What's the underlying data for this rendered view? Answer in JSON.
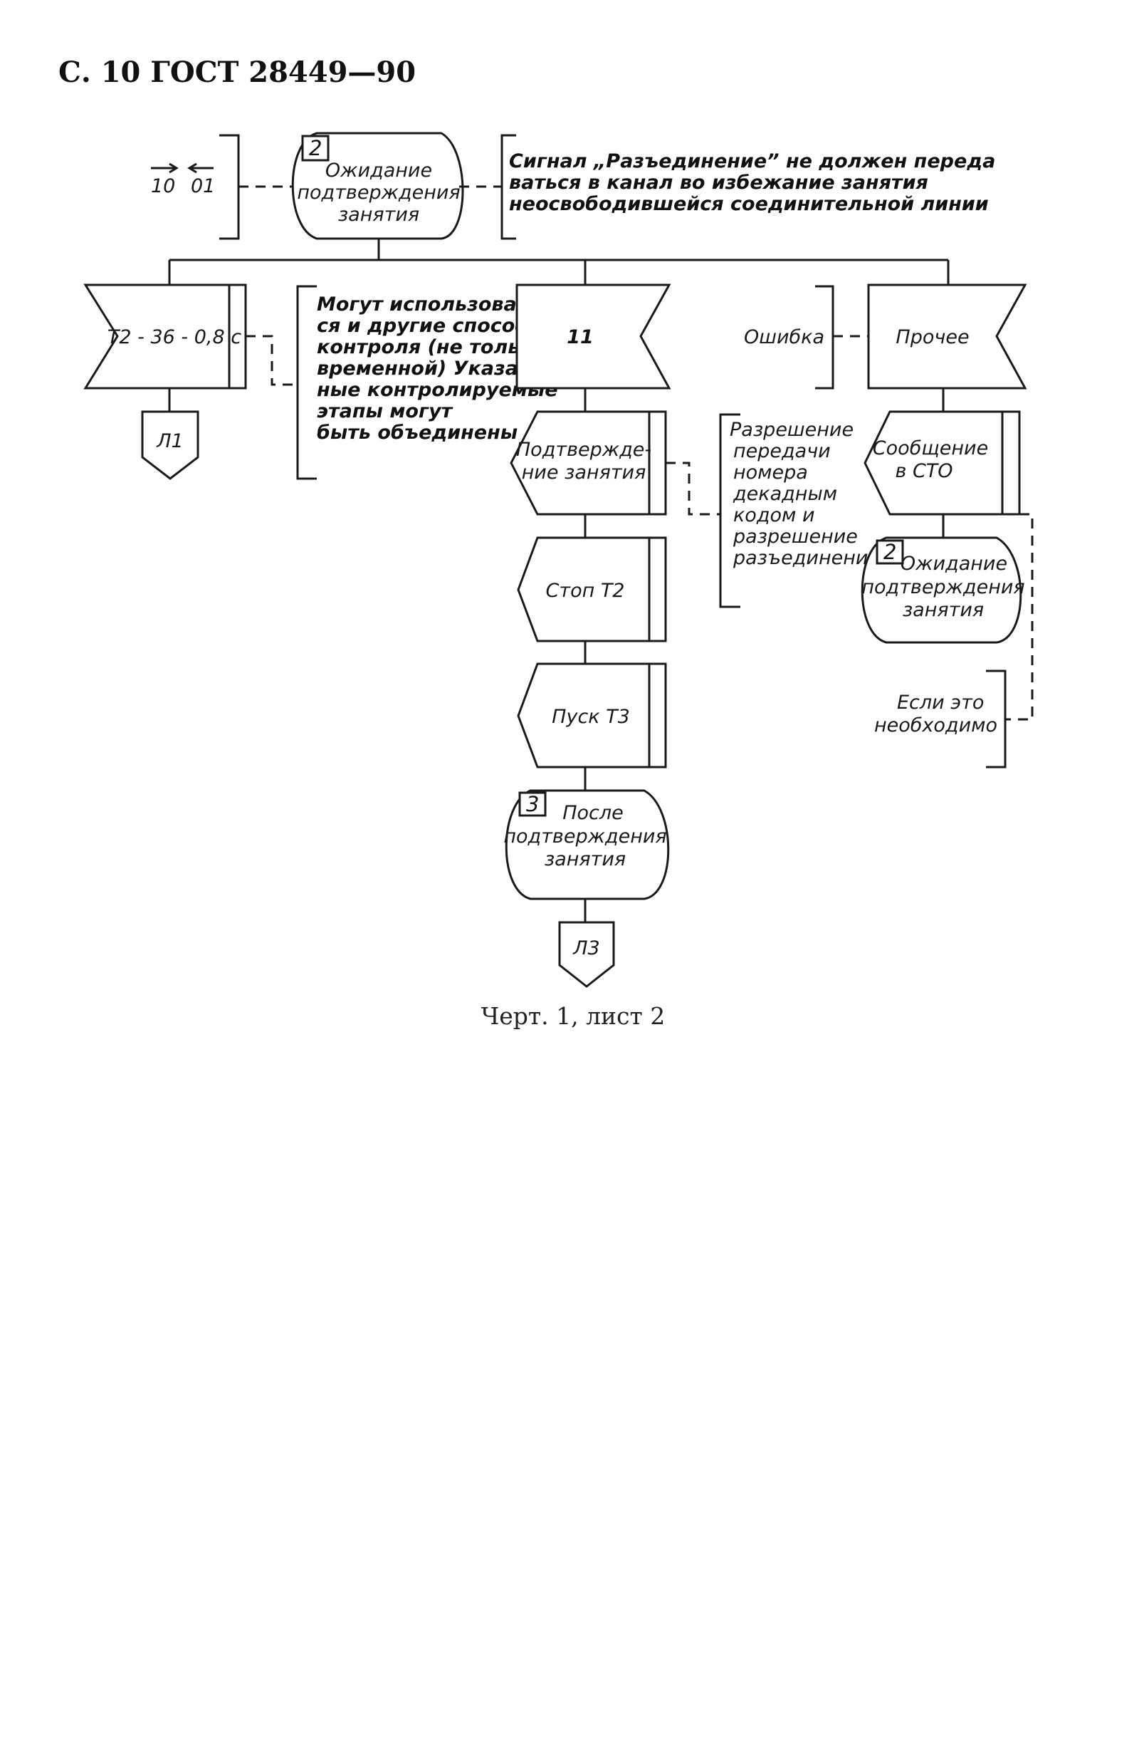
{
  "header": {
    "page_ref": "С. 10 ГОСТ 28449—90"
  },
  "caption": "Черт. 1, лист 2",
  "top_state": {
    "number": "2",
    "lines": [
      "Ожидание",
      "подтверждения",
      "занятия"
    ],
    "left_bracket": {
      "left_label": "10",
      "right_label": "01"
    },
    "note": [
      "Сигнал „Разъединение” не должен переда",
      "ваться в канал во избежание занятия",
      "неосвободившейся соединительной линии"
    ]
  },
  "col1": {
    "input_signal": "Т2 - 36 - 0,8 с",
    "connector": "Л1",
    "note": [
      "Могут использовать-",
      "ся и другие способы",
      "контроля (не только",
      "временной) Указан-",
      "ные контролируемые",
      "этапы могут",
      "быть объединены"
    ]
  },
  "col2": {
    "input_signal": "11",
    "output_signal": [
      "Подтвержде-",
      "ние занятия"
    ],
    "task1": "Стоп Т2",
    "task2": "Пуск Т3",
    "end_state": {
      "number": "3",
      "lines": [
        "После",
        "подтверждения",
        "занятия"
      ]
    },
    "connector": "Л3",
    "note": [
      "Разрешение",
      "передачи",
      "номера",
      "декадным",
      "кодом и",
      "разрешение",
      "разъединения"
    ]
  },
  "col3": {
    "input_label": "Ошибка",
    "input_signal": "Прочее",
    "output_signal": [
      "Сообщение",
      "в СТО"
    ],
    "end_state": {
      "number": "2",
      "lines": [
        "Ожидание",
        "подтверждения",
        "занятия"
      ]
    },
    "note": [
      "Если это",
      "необходимо"
    ]
  }
}
